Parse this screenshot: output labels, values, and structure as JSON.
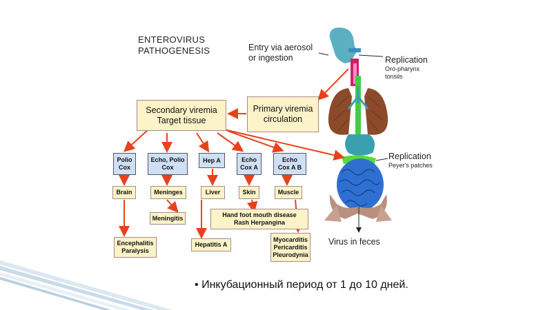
{
  "diagram": {
    "title_line1": "ENTEROVIRUS",
    "title_line2": "PATHOGENESIS",
    "entry_line1": "Entry via aerosol",
    "entry_line2": "or ingestion",
    "replication1_title": "Replication",
    "replication1_sub1": "Oro-pharynx",
    "replication1_sub2": "tonsils",
    "replication2_title": "Replication",
    "replication2_sub": "Peyer's patches",
    "virus_feces": "Virus in feces",
    "primary_line1": "Primary viremia",
    "primary_line2": "circulation",
    "secondary_line1": "Secondary viremia",
    "secondary_line2": "Target tissue",
    "viruses": [
      {
        "line1": "Polio",
        "line2": "Cox"
      },
      {
        "line1": "Echo, Polio",
        "line2": "Cox"
      },
      {
        "line1": "Hep A",
        "line2": ""
      },
      {
        "line1": "Echo",
        "line2": "Cox A"
      },
      {
        "line1": "Echo",
        "line2": "Cox A B"
      }
    ],
    "organs": [
      "Brain",
      "Meninges",
      "Liver",
      "Skin",
      "Muscle"
    ],
    "meningitis": "Meningitis",
    "hfmd_line1": "Hand foot mouth disease",
    "hfmd_line2": "Rash Herpangina",
    "encephalitis_line1": "Encephalitis",
    "encephalitis_line2": "Paralysis",
    "hepatitis": "Hepatitis A",
    "myo_line1": "Myocarditis",
    "myo_line2": "Pericarditis",
    "myo_line3": "Pleurodynia"
  },
  "bullet": {
    "glyph": "•",
    "text": "Инкубационный период от 1 до 10 дней."
  },
  "colors": {
    "arrow": "#e8421c",
    "box_fill": "#fdf3c8",
    "virus_fill": "#cfe0f4",
    "lung": "#8b4a2a",
    "intestine": "#2f6fd0",
    "stomach": "#5ab0c0",
    "teal": "#3aa0b0"
  }
}
